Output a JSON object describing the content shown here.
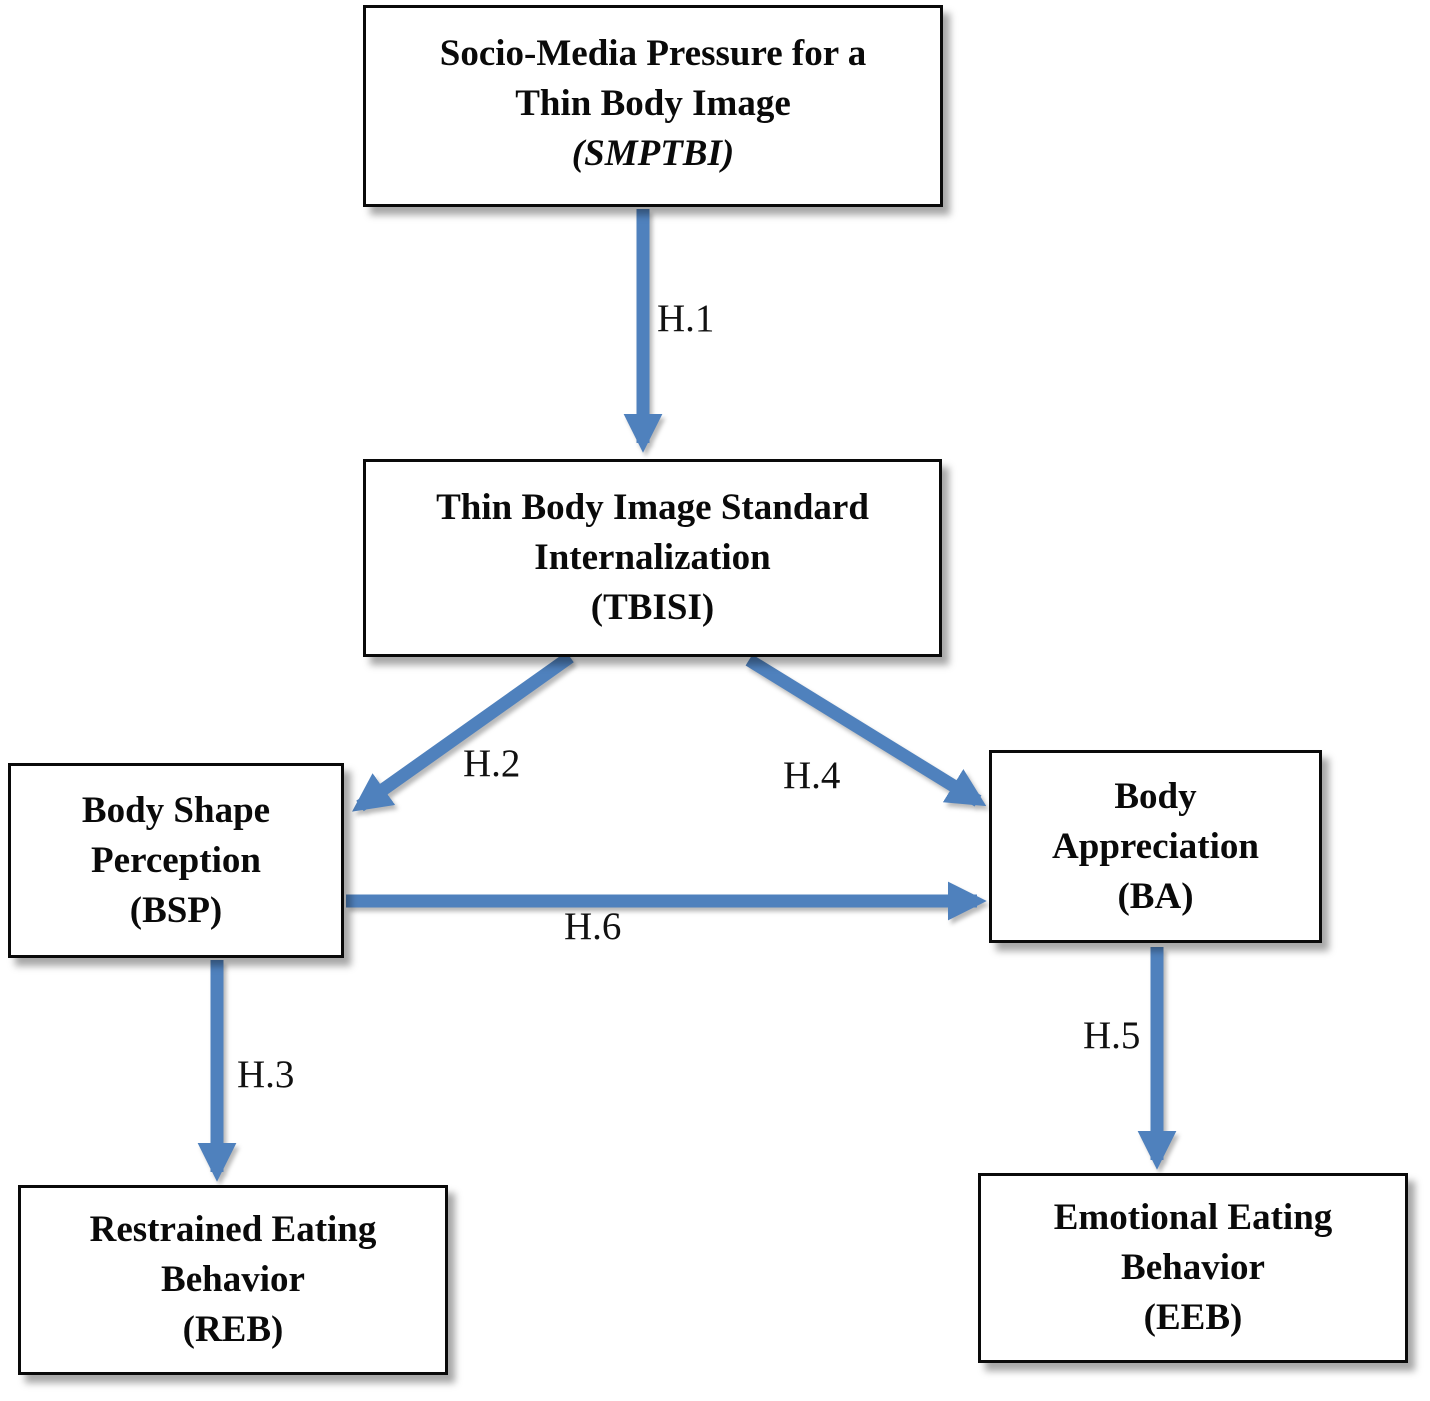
{
  "nodes": [
    {
      "id": "SMPTBI",
      "lines": [
        "Socio-Media Pressure for a",
        "Thin Body Image"
      ],
      "abbr": "(SMPTBI)"
    },
    {
      "id": "TBISI",
      "lines": [
        "Thin Body Image Standard",
        "Internalization"
      ],
      "abbr": "(TBISI)"
    },
    {
      "id": "BSP",
      "lines": [
        "Body Shape",
        "Perception"
      ],
      "abbr": "(BSP)"
    },
    {
      "id": "BA",
      "lines": [
        "Body",
        "Appreciation"
      ],
      "abbr": "(BA)"
    },
    {
      "id": "REB",
      "lines": [
        "Restrained Eating",
        "Behavior"
      ],
      "abbr": "(REB)"
    },
    {
      "id": "EEB",
      "lines": [
        "Emotional Eating",
        "Behavior"
      ],
      "abbr": "(EEB)"
    }
  ],
  "edges": [
    {
      "label": "H.1",
      "from": "SMPTBI",
      "to": "TBISI"
    },
    {
      "label": "H.2",
      "from": "TBISI",
      "to": "BSP"
    },
    {
      "label": "H.3",
      "from": "BSP",
      "to": "REB"
    },
    {
      "label": "H.4",
      "from": "TBISI",
      "to": "BA"
    },
    {
      "label": "H.5",
      "from": "BA",
      "to": "EEB"
    },
    {
      "label": "H.6",
      "from": "BSP",
      "to": "BA"
    }
  ],
  "colors": {
    "arrow": "#4f81bd",
    "box_border": "#0a0a0a",
    "box_fill": "#ffffff",
    "text": "#0a0a0a"
  }
}
